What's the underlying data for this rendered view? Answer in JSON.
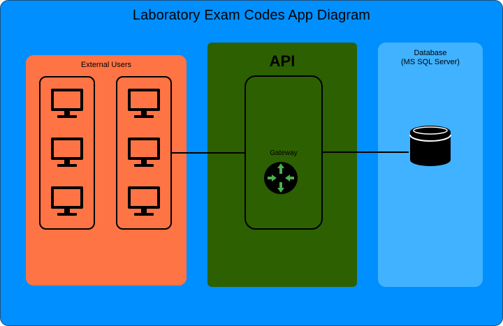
{
  "diagram": {
    "title": "Laboratory Exam Codes App Diagram",
    "users": {
      "label": "External Users",
      "columns": 2,
      "computers_per_column": 3
    },
    "api": {
      "label": "API",
      "gateway_label": "Gateway"
    },
    "database": {
      "label_line1": "Database",
      "label_line2": "(MS SQL Server)"
    }
  },
  "colors": {
    "background": "#008fff",
    "users_panel": "#ff7445",
    "api_panel": "#2d6000",
    "db_panel": "#41b2ff",
    "gateway_arrows": "#4caf50",
    "stroke": "#000000"
  },
  "icons": {
    "computer": "monitor-icon",
    "gateway": "router-icon",
    "database": "database-cylinder-icon"
  }
}
